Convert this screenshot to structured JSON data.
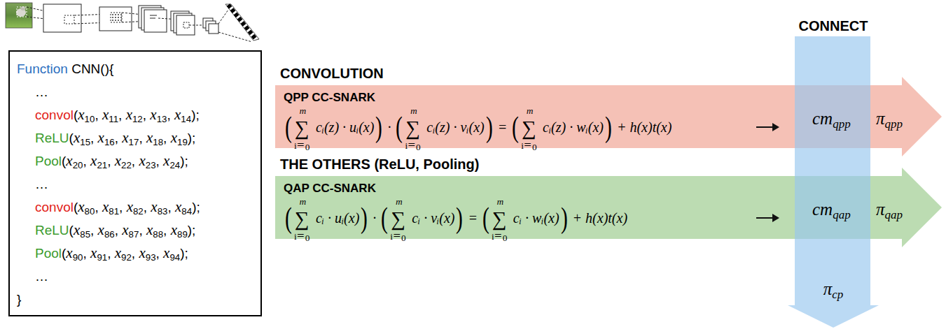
{
  "diagram": {
    "nodes": [
      {
        "text": [
          "Function CNN(){",
          "…",
          "convol(x10, x11, x12, x13, x14);",
          "ReLU(x15, x16, x17, x18, x19);",
          "Pool(x20, x21, x22, x23, x24);",
          "…",
          "convol(x80, x81, x82, x83, x84);",
          "ReLU(x85, x86, x87, x88, x89);",
          "Pool(x90, x91, x92, x93, x94);",
          "…",
          "}"
        ]
      },
      {
        "text": [
          "CONVOLUTION",
          "QPP CC-SNARK",
          "(∑ᵢ₌₀ᵐ cᵢ(z) · uᵢ(x)) · (∑ᵢ₌₀ᵐ cᵢ(z) · vᵢ(x)) = (∑ᵢ₌₀ᵐ cᵢ(z) · wᵢ(x)) + h(x)t(x)",
          "cmqpp",
          "πqpp"
        ]
      },
      {
        "text": [
          "THE OTHERS (ReLU, Pooling)",
          "QAP CC-SNARK",
          "(∑ᵢ₌₀ᵐ cᵢ · uᵢ(x)) · (∑ᵢ₌₀ᵐ cᵢ · vᵢ(x)) = (∑ᵢ₌₀ᵐ cᵢ · wᵢ(x)) + h(x)t(x)",
          "cmqap",
          "πqap"
        ]
      },
      {
        "text": [
          "CONNECT",
          "πcp"
        ]
      }
    ]
  }
}
